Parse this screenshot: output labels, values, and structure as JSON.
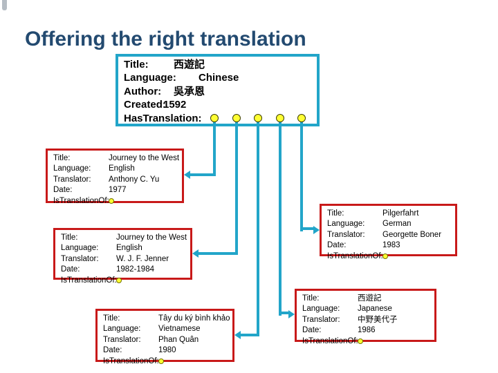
{
  "slide_title": "Offering the right translation",
  "labels": {
    "title": "Title:",
    "language": "Language:",
    "author": "Author:",
    "created": "Created:",
    "has_translation": "HasTranslation:",
    "translator": "Translator:",
    "date": "Date:",
    "is_translation_of": "IsTranslationOf:"
  },
  "source_work": {
    "title": "西遊記",
    "language": "Chinese",
    "author": "吳承恩",
    "created": "1592",
    "translation_count": 5
  },
  "translations": [
    {
      "title": "Journey to the West",
      "language": "English",
      "translator": "Anthony C. Yu",
      "date": "1977"
    },
    {
      "title": "Journey to the West",
      "language": "English",
      "translator": "W. J. F. Jenner",
      "date": "1982-1984"
    },
    {
      "title": "Tây du ký bình khảo",
      "language": "Vietnamese",
      "translator": "Phan Quân",
      "date": "1980"
    },
    {
      "title": "Pilgerfahrt",
      "language": "German",
      "translator": "Georgette Boner",
      "date": "1983"
    },
    {
      "title": "西遊記",
      "language": "Japanese",
      "translator": "中野美代子",
      "date": "1986"
    }
  ],
  "colors": {
    "accent_teal": "#22A5C9",
    "accent_red": "#C81919",
    "node_yellow": "#FFFF33",
    "title_blue": "#234A70"
  }
}
